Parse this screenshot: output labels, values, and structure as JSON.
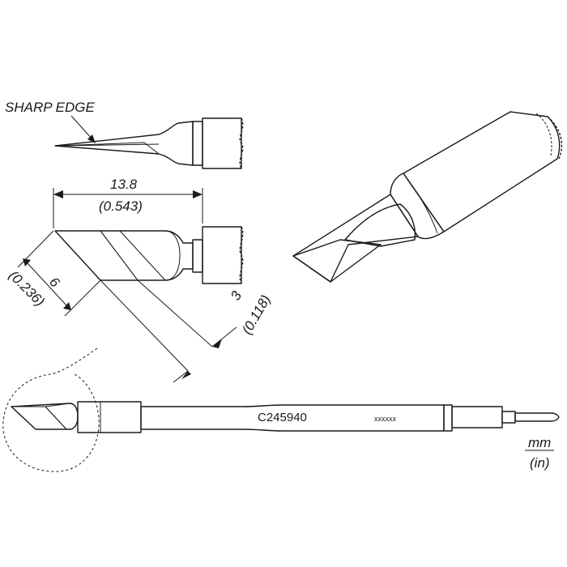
{
  "labels": {
    "sharp_edge": "SHARP EDGE",
    "length_mm": "13.8",
    "length_in": "(0.543)",
    "height_mm": "6",
    "height_in": "(0.236)",
    "width_mm": "3",
    "width_in": "(0.118)",
    "part_number": "C245940",
    "serial_mark": "xxxxxx",
    "unit_mm": "mm",
    "unit_in": "(in)"
  },
  "colors": {
    "ink": "#1a1a1a",
    "body_light": "#e8e8e8",
    "body_mid": "#c4c4c4",
    "body_dark": "#8a8a8a",
    "face_dark": "#555555"
  }
}
